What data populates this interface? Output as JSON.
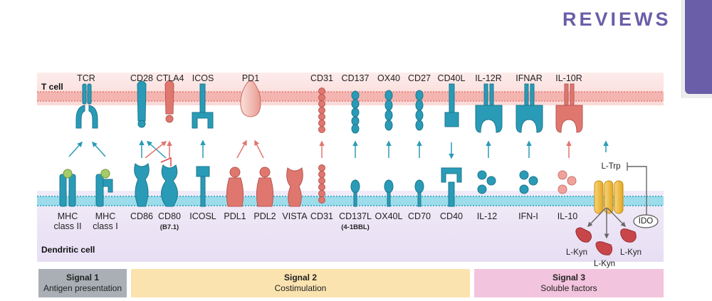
{
  "header": {
    "brand": "REVIEWS"
  },
  "colors": {
    "teal": "#2a9bb6",
    "salmon": "#e0776f",
    "membrane_teal": "#7ccfe0",
    "membrane_red": "#f4b4b0",
    "ido_channel": "#f3c13c",
    "brand_purple": "#6a5ea8",
    "signal1": "#a9afb5",
    "signal2": "#fbe3b0",
    "signal3": "#f3c4dd"
  },
  "cells": {
    "t_cell": "T cell",
    "dendritic_cell": "Dendritic cell"
  },
  "t_cell_receptors": [
    "TCR",
    "CD28",
    "CTLA4",
    "ICOS",
    "PD1",
    "CD31",
    "CD137",
    "OX40",
    "CD27",
    "CD40L",
    "IL-12R",
    "IFNAR",
    "IL-10R"
  ],
  "dc_ligands": {
    "mhc2": "MHC class II",
    "mhc1": "MHC class I",
    "cd86": "CD86",
    "cd80": "CD80",
    "cd80_alt": "(B7.1)",
    "icosl": "ICOSL",
    "pdl1": "PDL1",
    "pdl2": "PDL2",
    "vista": "VISTA",
    "cd31": "CD31",
    "cd137l": "CD137L",
    "cd137l_alt": "(4-1BBL)",
    "ox40l": "OX40L",
    "cd70": "CD70",
    "cd40": "CD40",
    "il12": "IL-12",
    "ifn1": "IFN-I",
    "il10": "IL-10"
  },
  "ido_pathway": {
    "trp": "L-Trp",
    "ido": "IDO",
    "kyn_left": "L-Kyn",
    "kyn_middle": "L-Kyn",
    "kyn_right": "L-Kyn"
  },
  "signals": [
    {
      "title": "Signal 1",
      "subtitle": "Antigen presentation"
    },
    {
      "title": "Signal 2",
      "subtitle": "Costimulation"
    },
    {
      "title": "Signal 3",
      "subtitle": "Soluble factors"
    }
  ]
}
